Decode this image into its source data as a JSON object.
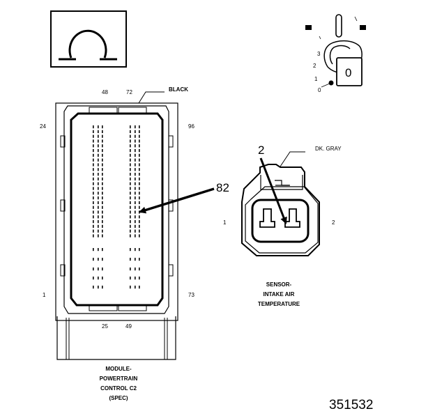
{
  "module_connector": {
    "color_label": "BLACK",
    "pin_labels": {
      "top_left": "48",
      "top_right": "72",
      "left_top": "24",
      "right_top": "96",
      "left_bottom": "1",
      "right_bottom": "73",
      "bottom_left": "25",
      "bottom_right": "49"
    },
    "caption": [
      "MODULE-",
      "POWERTRAIN",
      "CONTROL C2",
      "(SPEC)"
    ],
    "callout": "82"
  },
  "sensor_connector": {
    "color_label": "DK. GRAY",
    "pin_left": "1",
    "pin_right": "2",
    "callout": "2",
    "caption": [
      "SENSOR-",
      "INTAKE AIR",
      "TEMPERATURE"
    ]
  },
  "ignition_key": {
    "positions": [
      "3",
      "2",
      "1",
      "0"
    ],
    "current_position": "0"
  },
  "meter_symbol": "Ω",
  "figure_number": "351532"
}
